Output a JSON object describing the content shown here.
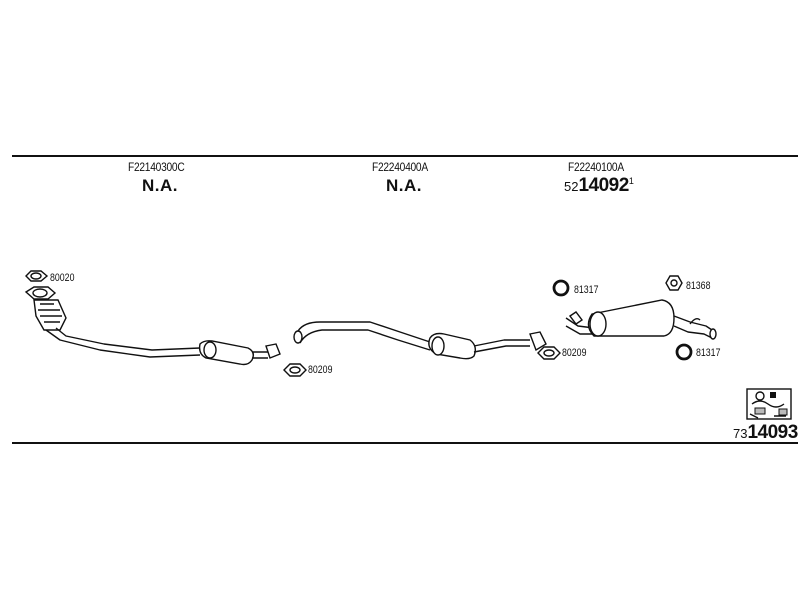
{
  "sections": [
    {
      "code": "F22140300C",
      "status": "N.A."
    },
    {
      "code": "F22240400A",
      "status": "N.A."
    },
    {
      "code": "F22240100A",
      "ref_prefix": "52",
      "ref_main": "14092",
      "ref_sup": "1"
    }
  ],
  "parts": {
    "p1": "80020",
    "p2": "80209",
    "p3": "80209",
    "p4": "81317",
    "p5": "81368",
    "p6": "81317"
  },
  "kit_ref": {
    "prefix": "73",
    "main": "14093"
  }
}
